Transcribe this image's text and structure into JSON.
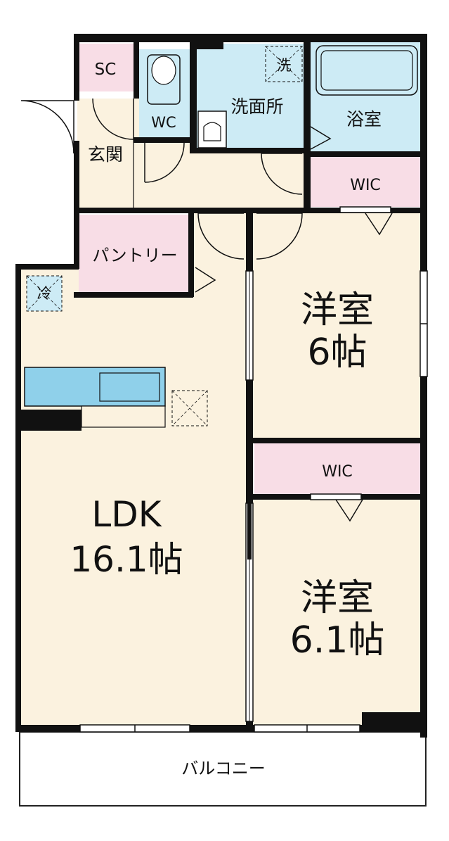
{
  "rooms": {
    "sc": "SC",
    "wc": "WC",
    "washroom": "洗面所",
    "washer": "洗",
    "bath": "浴室",
    "entrance": "玄関",
    "wic_upper": "WIC",
    "pantry": "パントリー",
    "fridge": "冷",
    "bedroom1_name": "洋室",
    "bedroom1_size": "6帖",
    "wic_lower": "WIC",
    "ldk_name": "LDK",
    "ldk_size": "16.1帖",
    "bedroom2_name": "洋室",
    "bedroom2_size": "6.1帖",
    "balcony": "バルコニー"
  },
  "colors": {
    "floor": "#FBF2DF",
    "wet_area": "#CDEBF5",
    "storage": "#F8DDE6",
    "fixture": "#8FD0EA",
    "wall": "#111111"
  }
}
